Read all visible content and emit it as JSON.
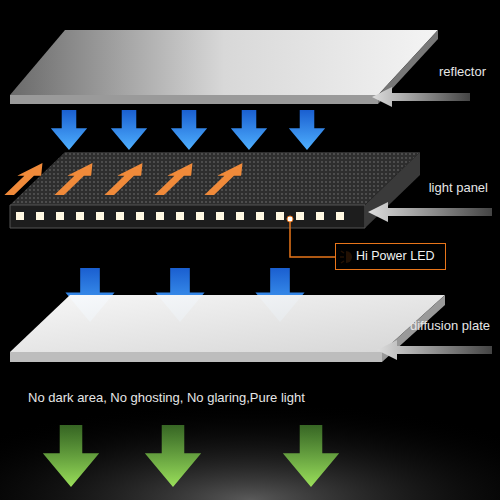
{
  "diagram": {
    "nodes": [
      {
        "text": [
          "Hi Power LED"
        ]
      }
    ],
    "labels": [
      "reflector",
      "light panel",
      "diffusion plate",
      "No dark area, No ghosting, No glaring,Pure light"
    ]
  }
}
